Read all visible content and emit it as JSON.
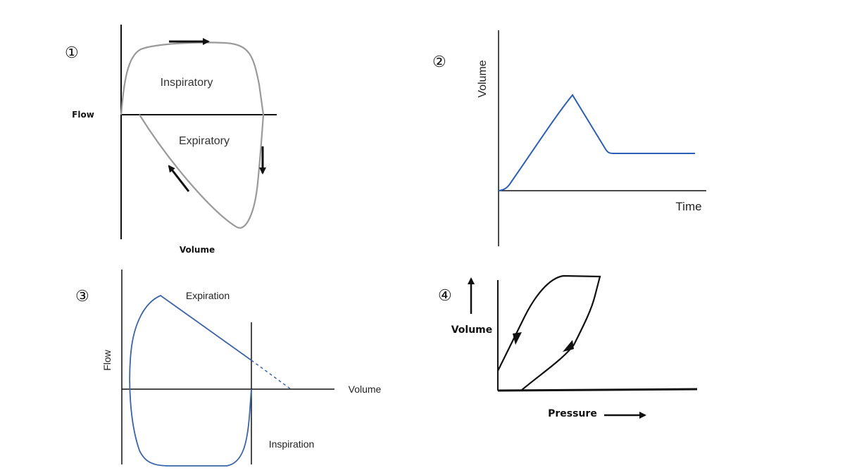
{
  "panels": [
    {
      "number": "①",
      "y_label": "Flow",
      "x_label": "Volume",
      "region_top": "Inspiratory",
      "region_bottom": "Expiratory",
      "curve_color": "#9a9a9a"
    },
    {
      "number": "②",
      "y_label": "Volume",
      "x_label": "Time",
      "curve_color": "#2a5fb5"
    },
    {
      "number": "③",
      "y_label": "Flow",
      "x_label": "Volume",
      "region_top": "Expiration",
      "region_bottom": "Inspiration",
      "curve_color": "#3b64a8"
    },
    {
      "number": "④",
      "y_label": "Volume",
      "x_label": "Pressure",
      "curve_color": "#111111"
    }
  ],
  "colors": {
    "axis": "#111111",
    "background": "#ffffff"
  }
}
